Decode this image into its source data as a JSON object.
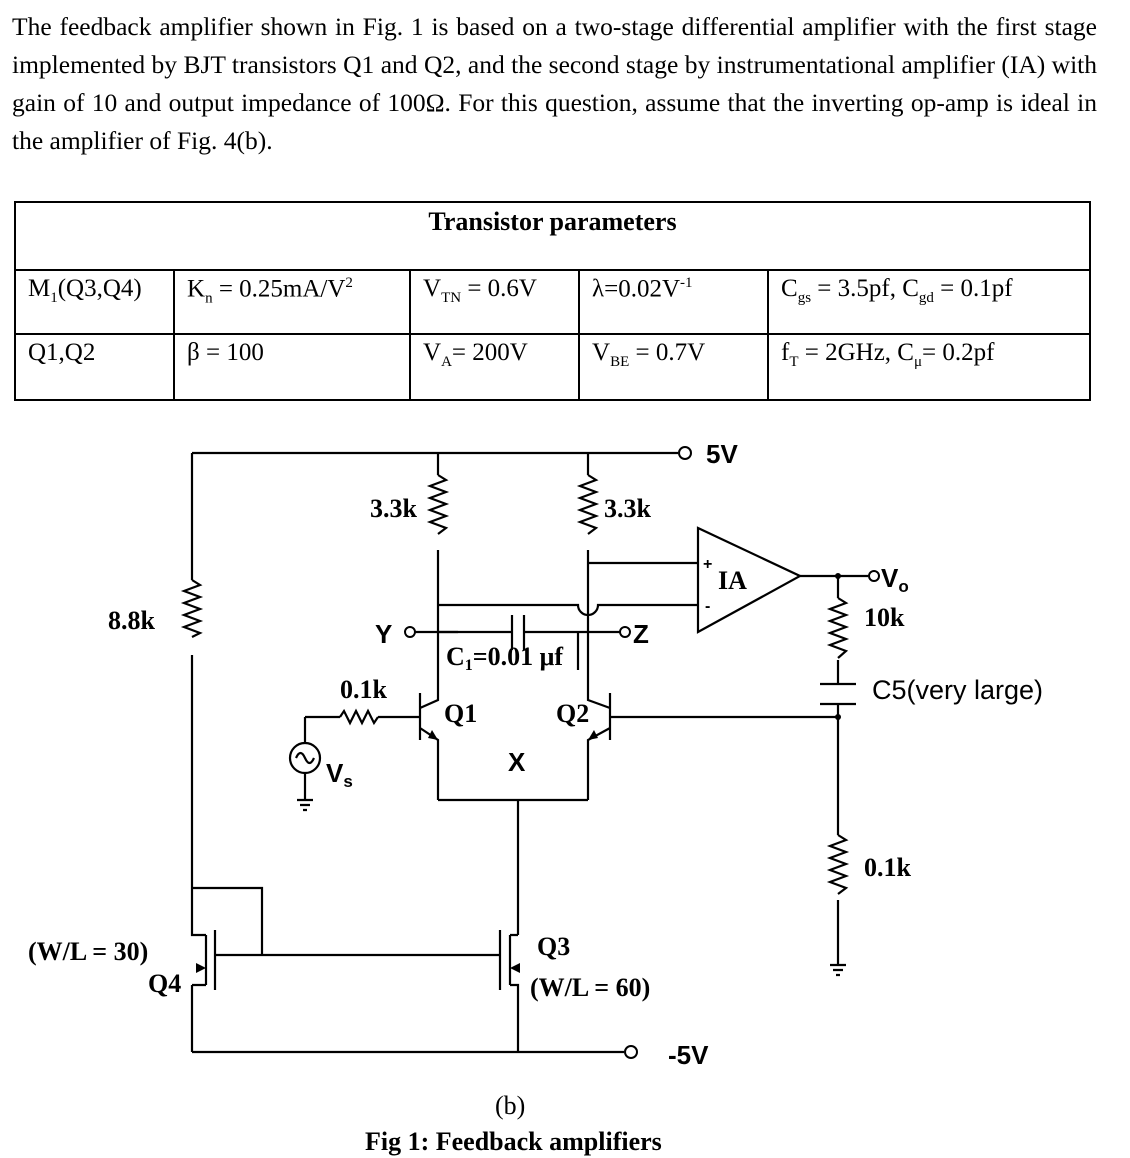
{
  "problem_text": "The feedback amplifier shown in Fig. 1 is based on a two-stage differential amplifier with the first stage implemented by BJT transistors Q1 and Q2, and the second stage by instrumentational amplifier (IA) with gain of 10 and output impedance of 100Ω. For this question, assume that the inverting op-amp is ideal in the amplifier of Fig. 4(b).",
  "table": {
    "title": "Transistor parameters",
    "row1": {
      "device": "M1(Q3,Q4)",
      "kn": "Kn = 0.25mA/V2",
      "vtn": "VTN = 0.6V",
      "lambda": "λ=0.02V-1",
      "caps": "Cgs = 3.5pf, Cgd = 0.1pf"
    },
    "row2": {
      "device": "Q1,Q2",
      "beta": "β = 100",
      "va": "VA= 200V",
      "vbe": "VBE = 0.7V",
      "ft": "fT = 2GHz, Cμ= 0.2pf"
    }
  },
  "circuit": {
    "vplus": "5V",
    "vminus": "-5V",
    "r_left": "8.8k",
    "rc1": "3.3k",
    "rc2": "3.3k",
    "rb": "0.1k",
    "node_y": "Y",
    "node_z": "Z",
    "node_x": "X",
    "cap_c1": "C1=0.01 μf",
    "q1": "Q1",
    "q2": "Q2",
    "q3": "Q3",
    "q3_wl": "(W/L = 60)",
    "q4": "Q4",
    "q4_wl": "(W/L = 30)",
    "ia": "IA",
    "ia_plus": "+",
    "ia_minus": "-",
    "vo": "Vo",
    "rf": "10k",
    "c5": "C5(very large)",
    "r_bottom": "0.1k",
    "vs": "Vs"
  },
  "caption": {
    "sub": "(b)",
    "title": "Fig 1: Feedback amplifiers"
  }
}
